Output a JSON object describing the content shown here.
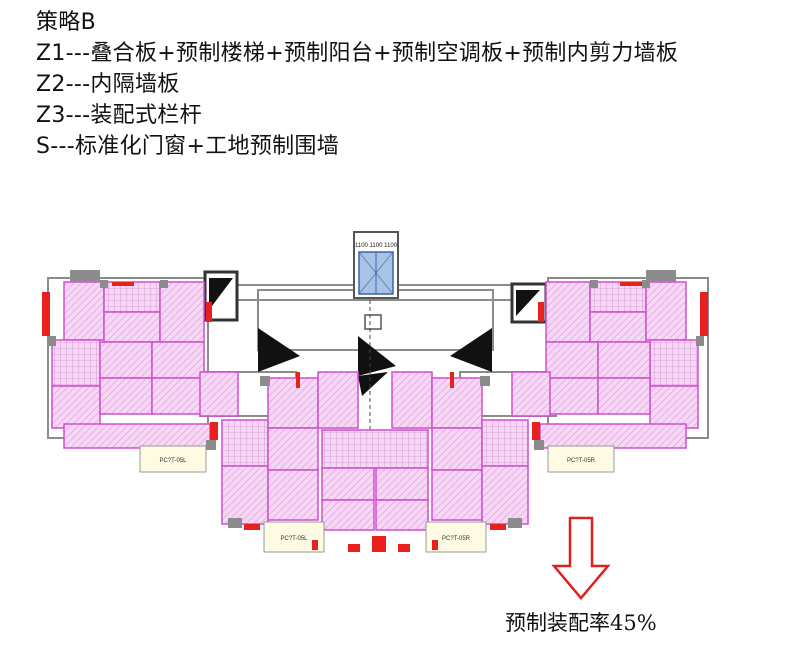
{
  "legend": {
    "title": "策略B",
    "items": [
      "Z1---叠合板+预制楼梯+预制阳台+预制空调板+预制内剪力墙板",
      "Z2---内隔墙板",
      "Z3---装配式栏杆",
      "S---标准化门窗+工地预制围墙"
    ]
  },
  "plan": {
    "elevator_tag": "1100 1100 1100",
    "room_tags": [
      "PC?T-05L",
      "PC?T-05L",
      "PC?T-05R",
      "PC?T-05R"
    ]
  },
  "result": {
    "label": "预制装配率45%"
  },
  "colors": {
    "precast_fill": "#f6d8f4",
    "precast_line": "#cf4fcf",
    "wall_gray": "#8c8c8c",
    "wall_red": "#e8201e",
    "elevator_blue": "#a9c3e6",
    "arrow_red": "#e0201e"
  }
}
